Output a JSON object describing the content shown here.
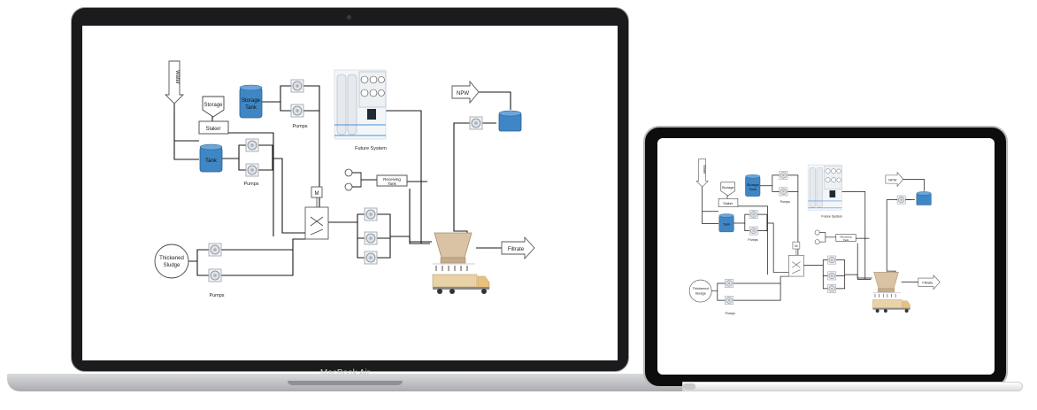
{
  "device": {
    "brand": "MacBook Air"
  },
  "diagram": {
    "labels": {
      "water": "Water",
      "storage": "Storage",
      "slaker": "Slaker",
      "tank": "Tank",
      "storage_tank_1": "Storage",
      "storage_tank_2": "Tank",
      "pumps_top": "Pumps",
      "pumps_mid": "Pumps",
      "pumps_bottom": "Pumps",
      "future_system": "Future System",
      "npw": "NPW",
      "receiving_tank_1": "Receiving",
      "receiving_tank_2": "Tank",
      "mixer": "M",
      "thickened_1": "Thickened",
      "thickened_2": "Sludge",
      "filtrate": "Filtrate"
    },
    "colors": {
      "tank_blue": "#3f86c4",
      "line": "#1a1a1a",
      "truck_body": "#e8d2a6",
      "press": "#d9c3a4"
    }
  }
}
